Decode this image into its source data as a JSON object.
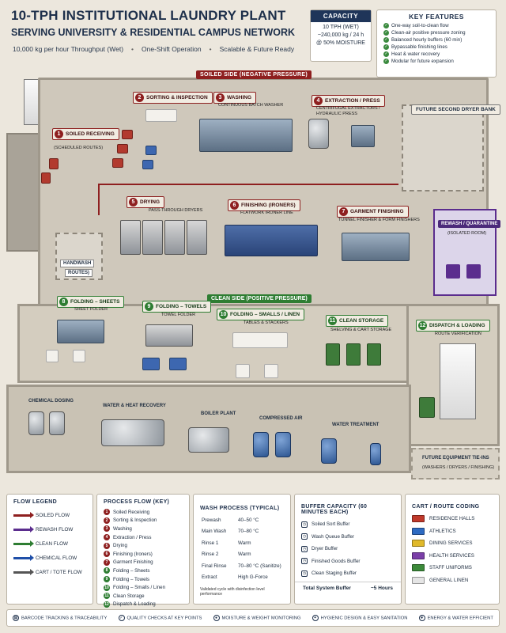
{
  "header": {
    "title": "10-TPH INSTITUTIONAL LAUNDRY PLANT",
    "subtitle": "SERVING UNIVERSITY & RESIDENTIAL CAMPUS NETWORK",
    "meta": [
      "10,000 kg per hour Throughput (Wet)",
      "One-Shift Operation",
      "Scalable & Future Ready"
    ]
  },
  "capacity": {
    "heading": "CAPACITY",
    "lines": [
      "10 TPH (WET)",
      "~240,000 kg / 24 h",
      "@ 50% MOISTURE"
    ]
  },
  "features": {
    "heading": "KEY FEATURES",
    "items": [
      "One-way soil-to-clean flow",
      "Clean-air positive pressure zoning",
      "Balanced hourly buffers (60 min)",
      "Bypassable finishing lines",
      "Heat & water recovery",
      "Modular for future expansion"
    ]
  },
  "plan": {
    "soiled_side": "SOILED SIDE (NEGATIVE PRESSURE)",
    "clean_side": "CLEAN SIDE (POSITIVE PRESSURE)",
    "zones": [
      {
        "n": "1",
        "name": "SOILED RECEIVING",
        "sub": "(SCHEDULED ROUTES)"
      },
      {
        "n": "2",
        "name": "SORTING & INSPECTION",
        "sub": ""
      },
      {
        "n": "3",
        "name": "WASHING",
        "sub": "CONTINUOUS BATCH WASHER"
      },
      {
        "n": "4",
        "name": "EXTRACTION / PRESS",
        "sub": "CENTRIFUGAL EXTRACTORS / HYDRAULIC PRESS"
      },
      {
        "n": "5",
        "name": "DRYING",
        "sub": "PASS-THROUGH DRYERS"
      },
      {
        "n": "6",
        "name": "FINISHING (IRONERS)",
        "sub": "FLATWORK IRONER LINE"
      },
      {
        "n": "7",
        "name": "GARMENT FINISHING",
        "sub": "TUNNEL FINISHER & FORM FINISHERS"
      },
      {
        "n": "8",
        "name": "FOLDING – SHEETS",
        "sub": "SHEET FOLDER"
      },
      {
        "n": "9",
        "name": "FOLDING – TOWELS",
        "sub": "TOWEL FOLDER"
      },
      {
        "n": "10",
        "name": "FOLDING – SMALLS / LINEN",
        "sub": "TABLES & STACKERS"
      },
      {
        "n": "11",
        "name": "CLEAN STORAGE",
        "sub": "SHELVING & CART STORAGE"
      },
      {
        "n": "12",
        "name": "DISPATCH & LOADING",
        "sub": "ROUTE VERIFICATION"
      }
    ],
    "future_dryer": "FUTURE SECOND DRYER BANK",
    "rewash": {
      "name": "REWASH / QUARANTINE",
      "sub": "(ISOLATED ROOM)"
    },
    "handwash": {
      "name": "HANDWASH",
      "sub": "ROUTES)"
    },
    "utilities": [
      "CHEMICAL DOSING",
      "WATER & HEAT RECOVERY",
      "BOILER PLANT",
      "COMPRESSED AIR",
      "WATER TREATMENT"
    ],
    "future_tie": {
      "name": "FUTURE EQUIPMENT TIE-INS",
      "sub": "(WASHERS / DRYERS / FINISHING)"
    }
  },
  "flow_legend": {
    "heading": "FLOW LEGEND",
    "items": [
      {
        "label": "SOILED FLOW",
        "color": "#8e1f1f"
      },
      {
        "label": "REWASH FLOW",
        "color": "#5b2d8e"
      },
      {
        "label": "CLEAN FLOW",
        "color": "#2e7d32"
      },
      {
        "label": "CHEMICAL FLOW",
        "color": "#1f4fa8"
      },
      {
        "label": "CART / TOTE FLOW",
        "color": "#555555"
      }
    ]
  },
  "process_flow": {
    "heading": "PROCESS FLOW (KEY)",
    "items": [
      "Soiled Receiving",
      "Sorting & Inspection",
      "Washing",
      "Extraction / Press",
      "Drying",
      "Finishing (Ironers)",
      "Garment Finishing",
      "Folding – Sheets",
      "Folding – Towels",
      "Folding – Smalls / Linen",
      "Clean Storage",
      "Dispatch & Loading"
    ]
  },
  "wash_process": {
    "heading": "WASH PROCESS (TYPICAL)",
    "rows": [
      {
        "step": "Prewash",
        "temp": "40–50 °C"
      },
      {
        "step": "Main Wash",
        "temp": "70–80 °C"
      },
      {
        "step": "Rinse 1",
        "temp": "Warm"
      },
      {
        "step": "Rinse 2",
        "temp": "Warm"
      },
      {
        "step": "Final Rinse",
        "temp": "70–80 °C (Sanitize)"
      },
      {
        "step": "Extract",
        "temp": "High G-Force"
      }
    ],
    "note": "Validated cycle with disinfection level performance"
  },
  "buffer": {
    "heading": "BUFFER CAPACITY (60 MINUTES EACH)",
    "items": [
      "Soiled Sort Buffer",
      "Wash Queue Buffer",
      "Dryer Buffer",
      "Finished Goods Buffer",
      "Clean Staging Buffer"
    ],
    "total_label": "Total System Buffer",
    "total_value": "~5 Hours"
  },
  "coding": {
    "heading": "CART / ROUTE CODING",
    "items": [
      {
        "label": "RESIDENCE HALLS",
        "color": "#c0392b"
      },
      {
        "label": "ATHLETICS",
        "color": "#2e6bc2"
      },
      {
        "label": "DINING SERVICES",
        "color": "#e0b92a"
      },
      {
        "label": "HEALTH SERVICES",
        "color": "#7b3fa8"
      },
      {
        "label": "STAFF UNIFORMS",
        "color": "#3c8a3a"
      },
      {
        "label": "GENERAL LINEN",
        "color": "#e5e5e5"
      }
    ]
  },
  "footer": [
    "BARCODE TRACKING & TRACEABILITY",
    "QUALITY CHECKS AT KEY POINTS",
    "MOISTURE & WEIGHT MONITORING",
    "HYGIENIC DESIGN & EASY SANITATION",
    "ENERGY & WATER EFFICIENT"
  ]
}
